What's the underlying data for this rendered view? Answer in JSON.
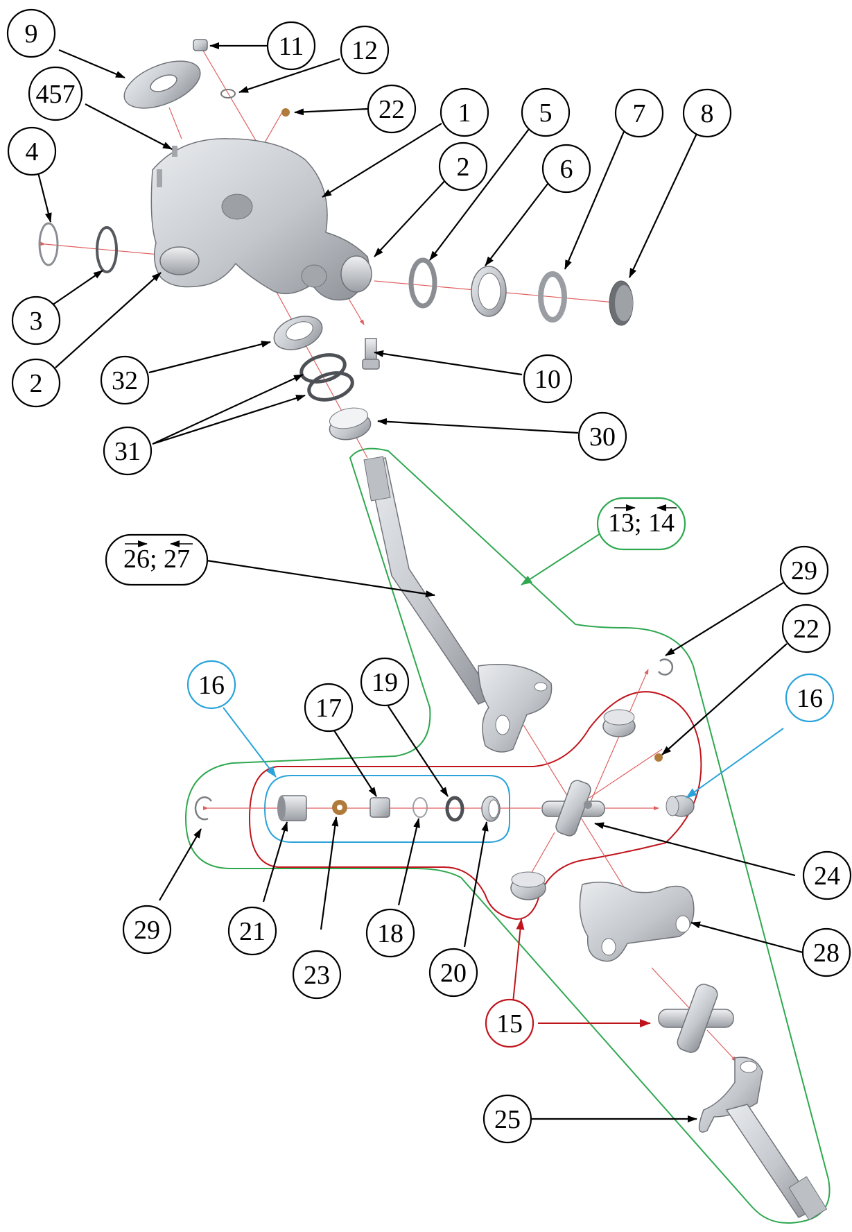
{
  "labels": {
    "n9": "9",
    "n11": "11",
    "n12": "12",
    "n457": "457",
    "n22a": "22",
    "n1": "1",
    "n5": "5",
    "n7": "7",
    "n8": "8",
    "n4": "4",
    "n2a": "2",
    "n6": "6",
    "n3": "3",
    "n2b": "2",
    "n32": "32",
    "n10": "10",
    "n31": "31",
    "n30": "30",
    "n29a": "29",
    "n22b": "22",
    "n16a": "16",
    "n19": "19",
    "n17": "17",
    "n16b": "16",
    "n24": "24",
    "n29b": "29",
    "n21": "21",
    "n18": "18",
    "n20": "20",
    "n23": "23",
    "n28": "28",
    "n15": "15",
    "n25": "25"
  },
  "groups": {
    "g13_14": {
      "a": "13",
      "sep": "; ",
      "b": "14"
    },
    "g26_27": {
      "a": "26",
      "sep": "; ",
      "b": "27"
    }
  },
  "colors": {
    "green": "#2ea84f",
    "red": "#c0141c",
    "blue": "#29a3d9",
    "explode_line": "#e06060",
    "part_fill": "#c9ccd0",
    "part_dark": "#8e9297",
    "bronze": "#b07a3a"
  }
}
